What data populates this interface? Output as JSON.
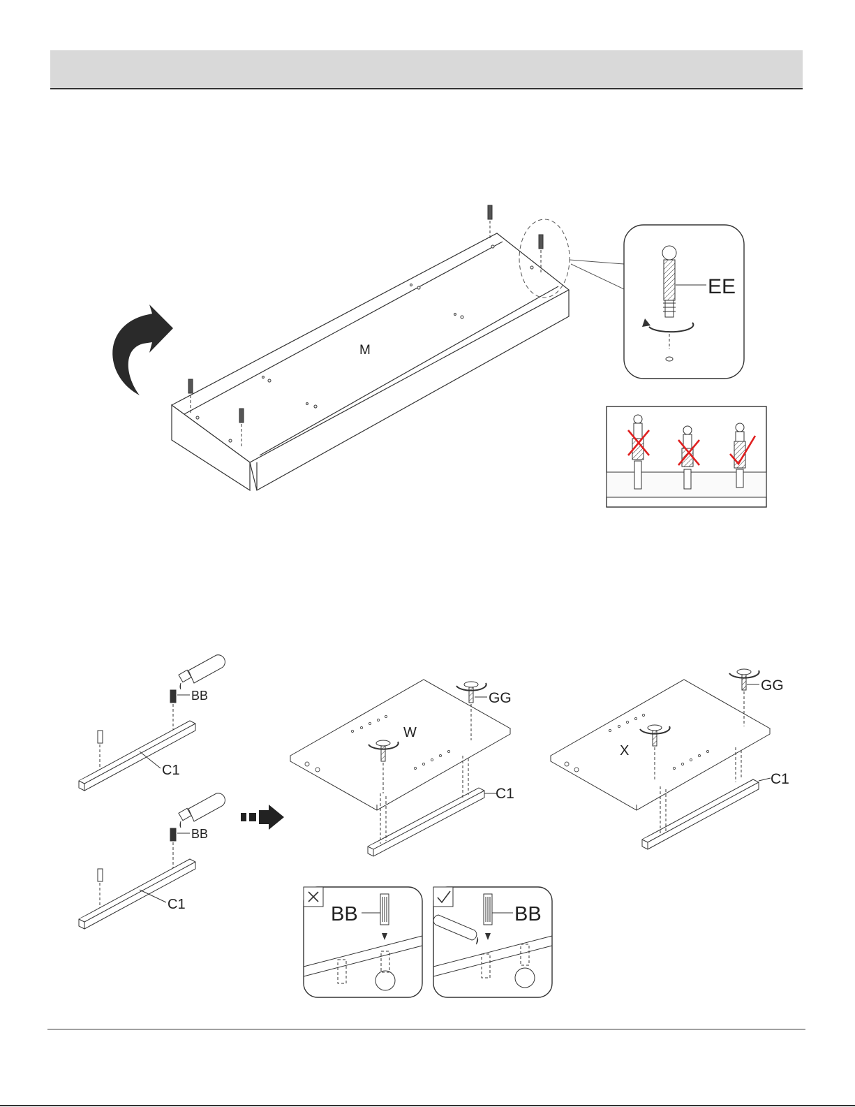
{
  "header": {
    "title": ""
  },
  "step1": {
    "panel_label": "M",
    "fastener_label": "EE"
  },
  "step2": {
    "bb_labels": [
      "BB",
      "BB"
    ],
    "c1_labels": [
      "C1",
      "C1",
      "C1",
      "C1"
    ],
    "panel_w_label": "W",
    "panel_x_label": "X",
    "gg_labels": [
      "GG",
      "GG"
    ],
    "wrong_box_label": "BB",
    "right_box_label": "BB"
  }
}
